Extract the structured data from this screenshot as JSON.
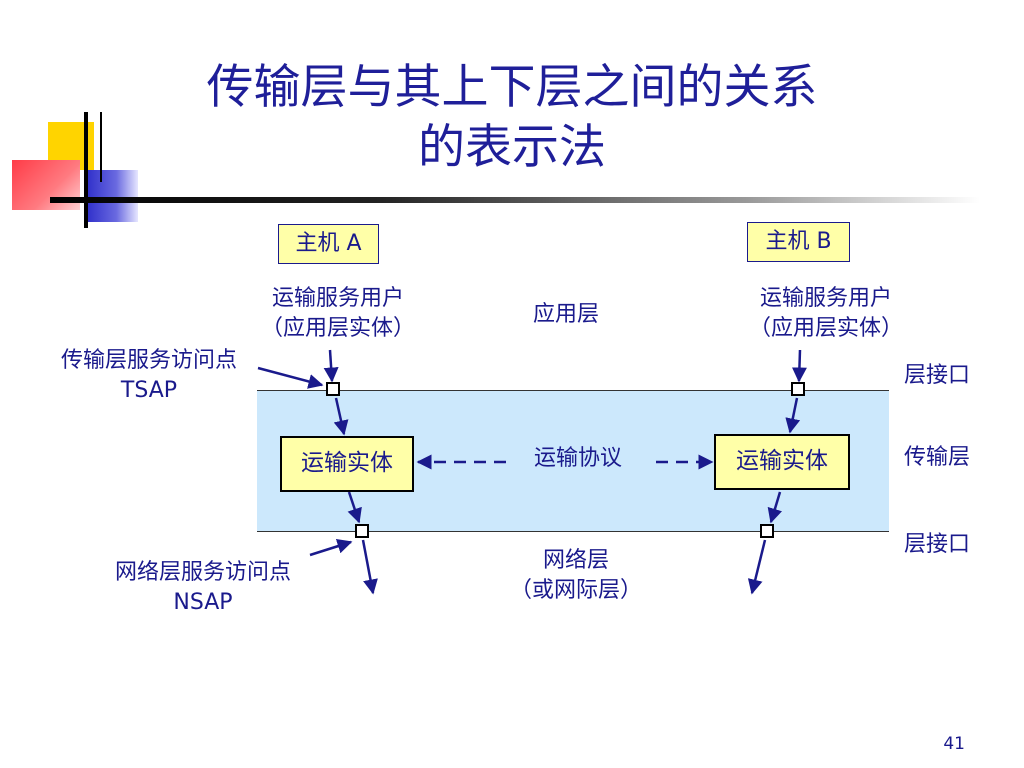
{
  "title": {
    "line1": "传输层与其上下层之间的关系",
    "line2": "的表示法"
  },
  "colors": {
    "text": "#1a1a8c",
    "band": "#cce8fc",
    "box_fill": "#ffffa8",
    "deco_yellow": "#ffd400",
    "deco_red": "#ff4d55",
    "deco_blue": "#3333cc"
  },
  "hosts": {
    "a": {
      "label": "主机 A",
      "user_line1": "运输服务用户",
      "user_line2": "（应用层实体）",
      "entity": "运输实体"
    },
    "b": {
      "label": "主机 B",
      "user_line1": "运输服务用户",
      "user_line2": "（应用层实体）",
      "entity": "运输实体"
    }
  },
  "layers": {
    "application": "应用层",
    "transport": "传输层",
    "interface_top": "层接口",
    "interface_bottom": "层接口",
    "network_line1": "网络层",
    "network_line2": "（或网际层）"
  },
  "protocol": "运输协议",
  "tsap": {
    "line1": "传输层服务访问点",
    "line2": "TSAP"
  },
  "nsap": {
    "line1": "网络层服务访问点",
    "line2": "NSAP"
  },
  "page_number": "41"
}
